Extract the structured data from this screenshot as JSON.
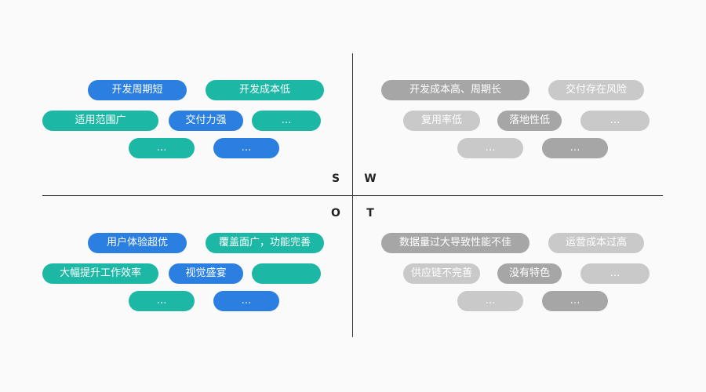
{
  "labels": {
    "s": "S",
    "w": "W",
    "o": "O",
    "t": "T"
  },
  "colors": {
    "teal": "#1cb8a5",
    "blue": "#2a7fe0",
    "gray": "#a6a6a6",
    "light": "#c9c9c9"
  },
  "quadrants": {
    "strengths": [
      {
        "text": "开发周期短",
        "color": "blue"
      },
      {
        "text": "开发成本低",
        "color": "teal"
      },
      {
        "text": "适用范围广",
        "color": "teal"
      },
      {
        "text": "交付力强",
        "color": "blue"
      },
      {
        "text": "…",
        "color": "teal"
      },
      {
        "text": "…",
        "color": "teal"
      },
      {
        "text": "…",
        "color": "blue"
      }
    ],
    "weaknesses": [
      {
        "text": "开发成本高、周期长",
        "color": "gray"
      },
      {
        "text": "交付存在风险",
        "color": "light"
      },
      {
        "text": "复用率低",
        "color": "light"
      },
      {
        "text": "落地性低",
        "color": "gray"
      },
      {
        "text": "…",
        "color": "light"
      },
      {
        "text": "…",
        "color": "light"
      },
      {
        "text": "…",
        "color": "gray"
      }
    ],
    "opportunities": [
      {
        "text": "用户体验超优",
        "color": "blue"
      },
      {
        "text": "覆盖面广，功能完善",
        "color": "teal"
      },
      {
        "text": "大幅提升工作效率",
        "color": "teal"
      },
      {
        "text": "视觉盛宴",
        "color": "blue"
      },
      {
        "text": "",
        "color": "teal"
      },
      {
        "text": "…",
        "color": "teal"
      },
      {
        "text": "…",
        "color": "blue"
      }
    ],
    "threats": [
      {
        "text": "数据量过大导致性能不佳",
        "color": "gray"
      },
      {
        "text": "运营成本过高",
        "color": "light"
      },
      {
        "text": "供应链不完善",
        "color": "light"
      },
      {
        "text": "没有特色",
        "color": "gray"
      },
      {
        "text": "…",
        "color": "light"
      },
      {
        "text": "…",
        "color": "light"
      },
      {
        "text": "…",
        "color": "gray"
      }
    ]
  }
}
